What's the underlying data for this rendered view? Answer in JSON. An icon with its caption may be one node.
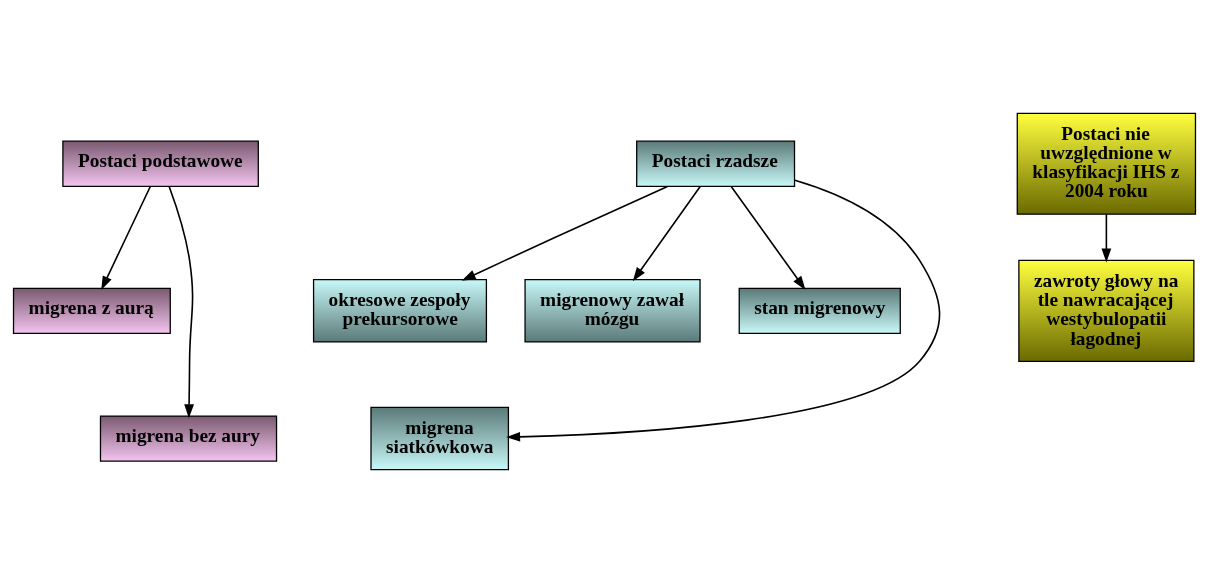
{
  "diagram": {
    "nodes": [
      {
        "text": [
          "Postaci podstawowe"
        ]
      },
      {
        "text": [
          "migrena z aurą"
        ]
      },
      {
        "text": [
          "migrena bez aury"
        ]
      },
      {
        "text": [
          "Postaci rzadsze"
        ]
      },
      {
        "text": [
          "okresowe zespoły prekursorowe"
        ]
      },
      {
        "text": [
          "migrenowy zawał mózgu"
        ]
      },
      {
        "text": [
          "stan migrenowy"
        ]
      },
      {
        "text": [
          "migrena siatkówkowa"
        ]
      },
      {
        "text": [
          "Postaci nie uwzględnione w klasyfikacji IHS z 2004 roku"
        ]
      },
      {
        "text": [
          "zawroty głowy na tle nawracającej westybulopatii łagodnej"
        ]
      }
    ],
    "edges": [
      {
        "from": 0,
        "to": 1,
        "arrow": "to"
      },
      {
        "from": 0,
        "to": 2,
        "arrow": "to"
      },
      {
        "from": 3,
        "to": 4,
        "arrow": "to"
      },
      {
        "from": 3,
        "to": 7,
        "arrow": "to"
      },
      {
        "from": 3,
        "to": 6,
        "arrow": "to"
      },
      {
        "from": 3,
        "to": 5,
        "arrow": "to"
      },
      {
        "from": 8,
        "to": 9,
        "arrow": "to"
      }
    ]
  }
}
